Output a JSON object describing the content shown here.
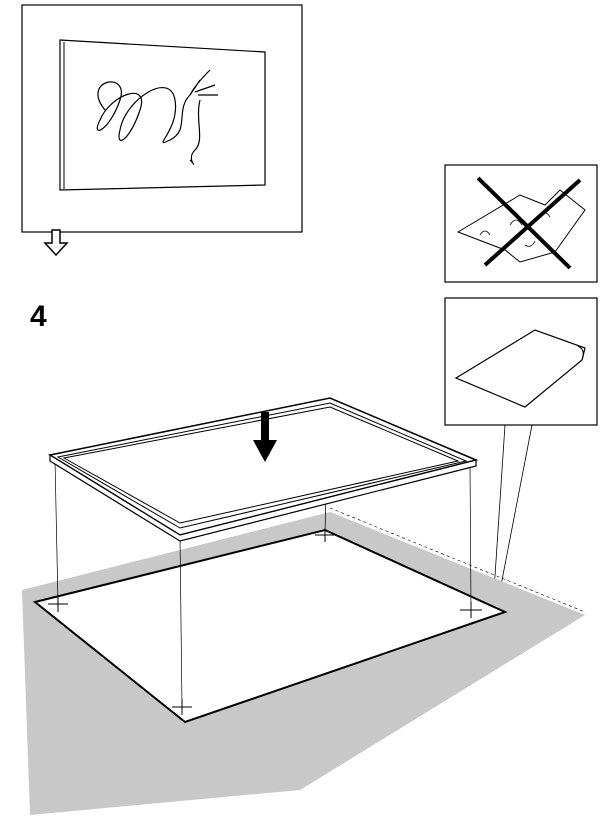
{
  "step": {
    "number": "4"
  },
  "colors": {
    "floor": "#c8c8c8",
    "line": "#000000",
    "paper": "#ffffff"
  },
  "icons": [
    "framed-picture",
    "next-step-arrow",
    "crossed-out-crumpled-paper",
    "flat-paper",
    "down-arrow"
  ]
}
